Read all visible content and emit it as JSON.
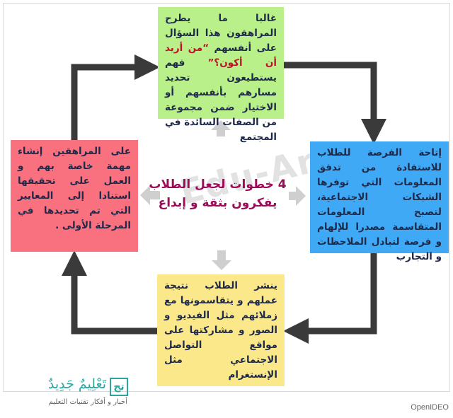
{
  "diagram": {
    "center_title": "4 خطوات لجعل الطلاب يفكرون بثقة و إبداع",
    "watermark": "Edu-Ar",
    "box_top": {
      "text_before": "غالبا ما يطرح المراهقون هذا السؤال على أنفسهم ",
      "highlight": "“من أريد أن أكون؟”",
      "text_after": " فهم يستطيعون تحديد مسارهم بأنفسهم أو الاختيار ضمن مجموعة من الصفات السائدة في المجتمع"
    },
    "box_right": "إتاحة الفرصة للطلاب للاستفادة من تدفق المعلومات التي توفرها الشبكات الاجتماعية، لتصبح المعلومات المتقاسمة مصدرا للإلهام و فرصة لتبادل الملاحظات و التجارب",
    "box_bottom": "ينشر الطلاب نتيجة عملهم و يتقاسمونها مع زملائهم مثل الفيديو و الصور و مشاركتها على مواقع التواصل الاجتماعي مثل الإنستغرام",
    "box_left": "على المراهقين إنشاء مهمة خاصة بهم و العمل على تحقيقها استنادا إلى المعايير التي تم تحديدها في المرحلة الأولى ."
  },
  "footer": {
    "logo_mark": "تج",
    "logo_name": "تَعْلِيمٌ جَدِيدٌ",
    "logo_tagline": "أخبار و أفكار تقنيات التعليم",
    "credit": "OpenIDEO"
  },
  "colors": {
    "top": "#b9f08a",
    "right": "#3fa9f5",
    "bottom": "#fbe88b",
    "left": "#f9707e",
    "connector": "#3a3a3a",
    "inner_arrow": "#cfcfcf"
  }
}
